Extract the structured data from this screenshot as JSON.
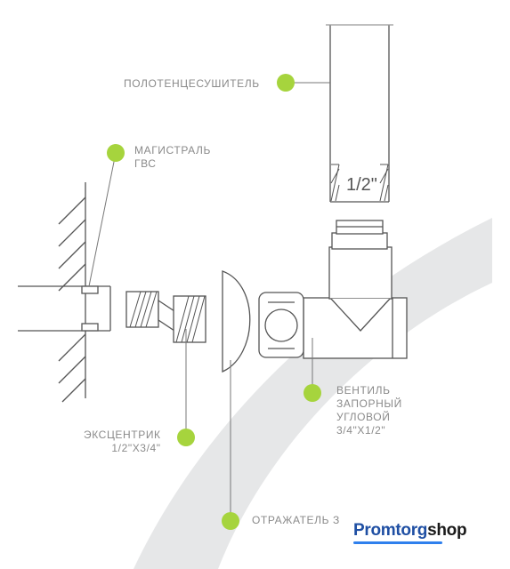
{
  "labels": {
    "towel_dryer": "ПОЛОТЕНЦЕСУШИТЕЛЬ",
    "main_line": [
      "МАГИСТРАЛЬ",
      "ГВС"
    ],
    "eccentric": [
      "ЭКСЦЕНТРИК",
      "1/2\"X3/4\""
    ],
    "valve": [
      "ВЕНТИЛЬ",
      "ЗАПОРНЫЙ",
      "УГЛОВОЙ",
      "3/4\"X1/2\""
    ],
    "reflector": "ОТРАЖАТЕЛЬ З"
  },
  "pipe_size": "1/2\"",
  "logo": {
    "part1": "Promtorg",
    "part2": "shop"
  },
  "colors": {
    "accent_green": "#a6d43d",
    "line": "#555555",
    "swoosh": "#e6e7e8",
    "label": "#8a8a8a",
    "logo_blue": "#1f4fa3"
  }
}
